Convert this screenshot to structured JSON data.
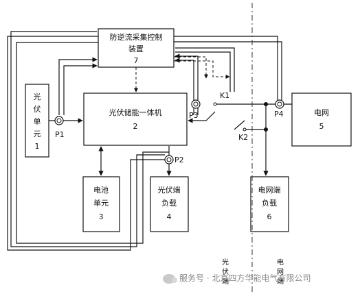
{
  "blocks": {
    "controller": {
      "line1": "防逆流采集控制",
      "line2": "装置",
      "id": "7"
    },
    "pv_unit": {
      "chars": [
        "光",
        "伏",
        "单",
        "元",
        "1"
      ]
    },
    "integrated": {
      "line1": "光伏储能一体机",
      "id": "2"
    },
    "grid": {
      "line1": "电网",
      "id": "5"
    },
    "battery": {
      "line1": "电池",
      "line2": "单元",
      "id": "3"
    },
    "pv_load": {
      "line1": "光伏端",
      "line2": "负载",
      "id": "4"
    },
    "grid_load": {
      "line1": "电网端",
      "line2": "负载",
      "id": "6"
    }
  },
  "points": {
    "p1": "P1",
    "p2": "P2",
    "p3": "P3",
    "p4": "P4"
  },
  "switches": {
    "k1": "K1",
    "k2": "K2"
  },
  "sides": {
    "pv": [
      "光",
      "伏",
      "端"
    ],
    "grid": [
      "电",
      "网",
      "端"
    ]
  },
  "watermark": "服务号 · 北京四方华能电气有限公司"
}
